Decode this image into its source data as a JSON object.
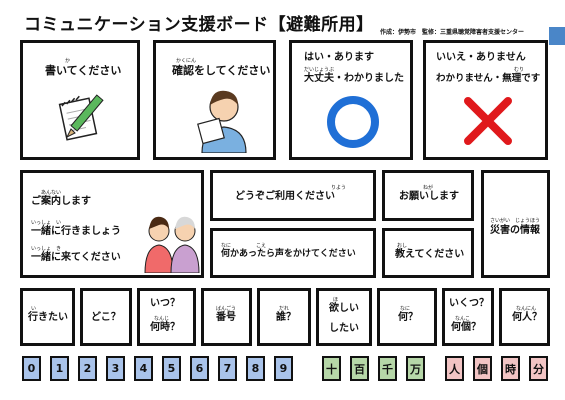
{
  "header": {
    "title": "コミュニケーション支援ボード【避難所用】",
    "credit": "作成：伊勢市　監修：三重県聴覚障害者支援センター"
  },
  "cards": {
    "write": {
      "label": "書いてください",
      "ruby": "か"
    },
    "confirm": {
      "label": "確認をしてください",
      "ruby": "かくにん"
    },
    "yes": {
      "line1": "はい・あります",
      "ruby": "だいじょうぶ",
      "line2": "大丈夫・わかりました"
    },
    "no": {
      "line1": "いいえ・ありません",
      "ruby": "むり",
      "line2": "わかりません・無理です"
    },
    "guide": {
      "ruby1": "あんない",
      "line1": "ご案内します",
      "ruby2": "いっしょ　い",
      "line2": "一緒に行きましょう",
      "ruby3": "いっしょ　き",
      "line3": "一緒に来てください"
    },
    "use": {
      "label": "どうぞご利用ください",
      "ruby": "りよう"
    },
    "request": {
      "label": "お願いします",
      "ruby": "ねが"
    },
    "disaster": {
      "label": "災害の情報",
      "ruby": "さいがい　じょうほう"
    },
    "call": {
      "label": "何かあったら声をかけてください",
      "ruby": "なに　　　　　こえ"
    },
    "teach": {
      "label": "教えてください",
      "ruby": "おし"
    }
  },
  "questions": [
    {
      "line1": "行きたい",
      "ruby1": "い"
    },
    {
      "line1": "どこ？"
    },
    {
      "line1": "いつ？",
      "ruby2": "なんじ",
      "line2": "何時？"
    },
    {
      "line1": "番号",
      "ruby1": "ばんごう"
    },
    {
      "line1": "誰？",
      "ruby1": "だれ"
    },
    {
      "line1": "欲しい",
      "ruby1": "ほ",
      "line2": "したい"
    },
    {
      "line1": "何？",
      "ruby1": "なに"
    },
    {
      "line1": "いくつ？",
      "ruby2": "なんこ",
      "line2": "何個？"
    },
    {
      "line1": "何人？",
      "ruby1": "なんにん"
    }
  ],
  "numbers": [
    "0",
    "1",
    "2",
    "3",
    "4",
    "5",
    "6",
    "7",
    "8",
    "9"
  ],
  "units_large": [
    "十",
    "百",
    "千",
    "万"
  ],
  "counters": [
    "人",
    "個",
    "時",
    "分"
  ],
  "colors": {
    "blue": "#a9c3ea",
    "green": "#b6d7a8",
    "pink": "#f2c4c4",
    "red": "#e0191c",
    "ring": "#1f6fd6"
  }
}
